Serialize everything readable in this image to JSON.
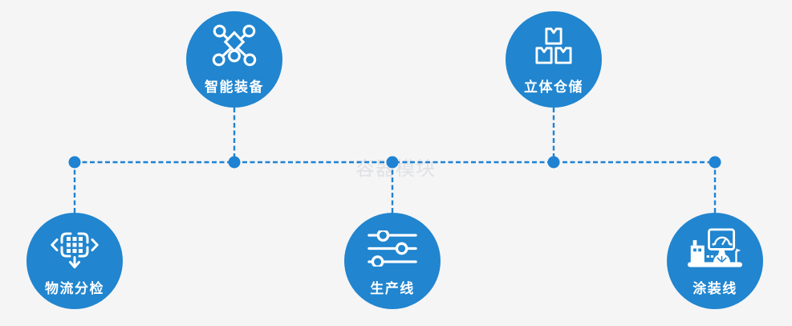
{
  "watermark": {
    "text": "容器模块"
  },
  "colors": {
    "node_blue": "#2185cf",
    "connector_blue": "#1f82d2",
    "background": "#f5f5f6",
    "label_text": "#ffffff",
    "watermark_gray": "#e0e1e4"
  },
  "diagram": {
    "type": "process-nodes-on-dashed-bus",
    "connector_style": "dashed line with round junction dots",
    "junction_dot_count": 5
  },
  "nodes": [
    {
      "id": "smart-equipment",
      "label": "智能装备",
      "icon": "network-nodes-icon",
      "position": "top-left"
    },
    {
      "id": "warehouse",
      "label": "立体仓储",
      "icon": "stacked-boxes-icon",
      "position": "top-right"
    },
    {
      "id": "logistics-sorting",
      "label": "物流分检",
      "icon": "move-arrows-grid-icon",
      "position": "bottom-left"
    },
    {
      "id": "production-line",
      "label": "生产线",
      "icon": "sliders-icon",
      "position": "bottom-center"
    },
    {
      "id": "painting-line",
      "label": "涂装线",
      "icon": "control-panel-machine-icon",
      "position": "bottom-right"
    }
  ]
}
